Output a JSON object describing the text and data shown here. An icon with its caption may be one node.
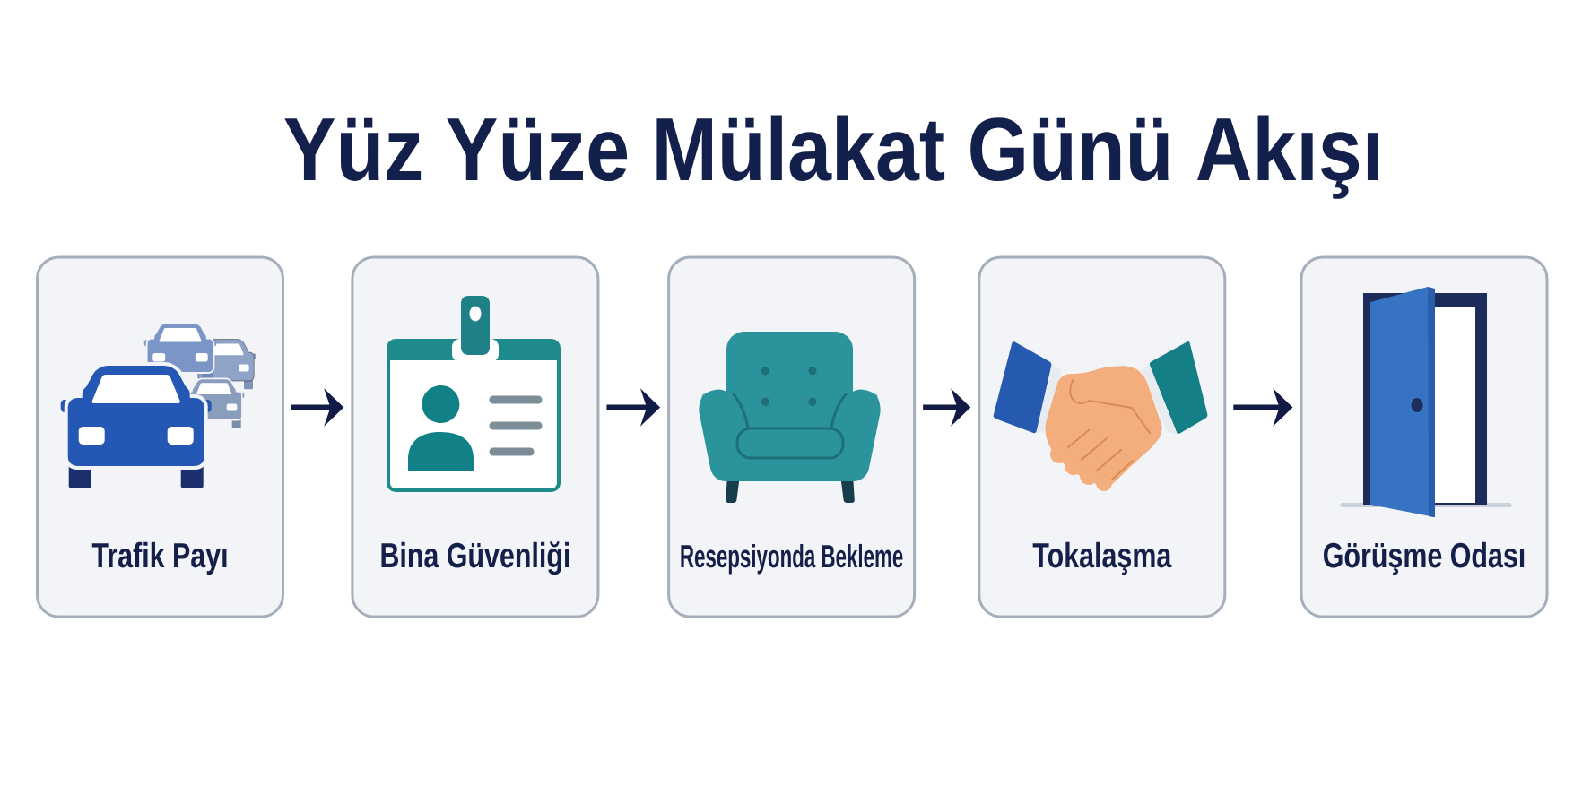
{
  "diagram": {
    "title": "Yüz Yüze Mülakat Günü Akışı",
    "nodes": [
      {
        "text": [
          "Trafik Payı"
        ]
      },
      {
        "text": [
          "Bina Güvenliği"
        ]
      },
      {
        "text": [
          "Resepsiyonda Bekleme"
        ]
      },
      {
        "text": [
          "Tokalaşma"
        ]
      },
      {
        "text": [
          "Görüşme Odası"
        ]
      }
    ],
    "edges": [
      {
        "from": 0,
        "to": 1,
        "arrow": "to"
      },
      {
        "from": 1,
        "to": 2,
        "arrow": "to"
      },
      {
        "from": 2,
        "to": 3,
        "arrow": "to"
      },
      {
        "from": 3,
        "to": 4,
        "arrow": "to"
      }
    ]
  }
}
